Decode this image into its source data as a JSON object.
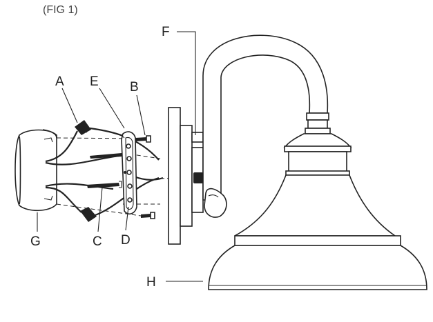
{
  "figure": {
    "caption": "(FIG 1)",
    "labels": {
      "a": "A",
      "b": "B",
      "c": "C",
      "d": "D",
      "e": "E",
      "f": "F",
      "g": "G",
      "h": "H"
    }
  }
}
